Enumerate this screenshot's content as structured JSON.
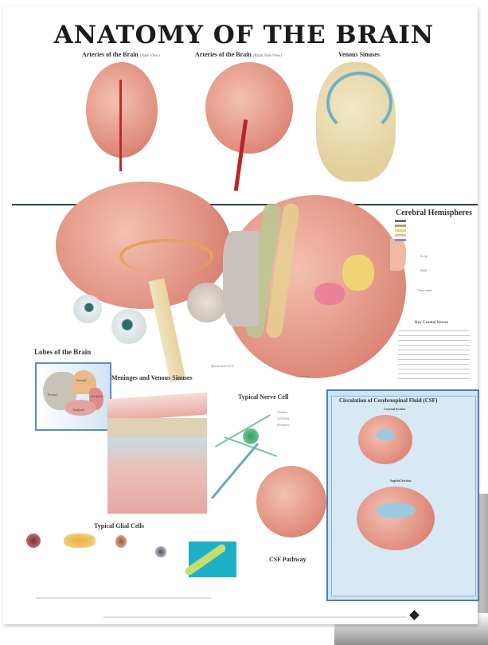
{
  "title": "ANATOMY OF THE BRAIN",
  "sections": {
    "arteries_base": {
      "title": "Arteries of the Brain",
      "subtitle": "(Base View)"
    },
    "arteries_side": {
      "title": "Arteries of the Brain",
      "subtitle": "(Right Side View)"
    },
    "venous_sinuses": {
      "title": "Venous Sinuses"
    },
    "cerebral_hemispheres": {
      "title": "Cerebral Hemispheres"
    },
    "lobes": {
      "title": "Lobes of the Brain",
      "labels": [
        "Frontal",
        "Parietal",
        "Occipital",
        "Temporal"
      ]
    },
    "meninges": {
      "title": "Meninges and Venous Sinuses"
    },
    "nerve_cell": {
      "title": "Typical Nerve Cell",
      "labels": [
        "Nucleus",
        "Cell body",
        "Dendrites"
      ]
    },
    "csf": {
      "title": "Circulation of Cerebrospinal Fluid (CSF)",
      "coronal": "Coronal Section",
      "sagittal": "Sagittal Section"
    },
    "glial": {
      "title": "Typical Glial Cells"
    },
    "csf_pathway": {
      "title": "CSF Pathway"
    }
  },
  "side_labels": {
    "scalp": "Scalp",
    "skull": "Skull",
    "dura": "Dura mater",
    "cerebellum": "Cerebellum",
    "spinal_nerve": "Spinal nerve (C1)"
  },
  "key_cranial_nerves": {
    "title": "Key Cranial Nerves"
  },
  "colors": {
    "title": "#1b1b1b",
    "rule": "#2f3f55",
    "csf_box": "#cfe3f2",
    "brain": "#de8a7a"
  }
}
